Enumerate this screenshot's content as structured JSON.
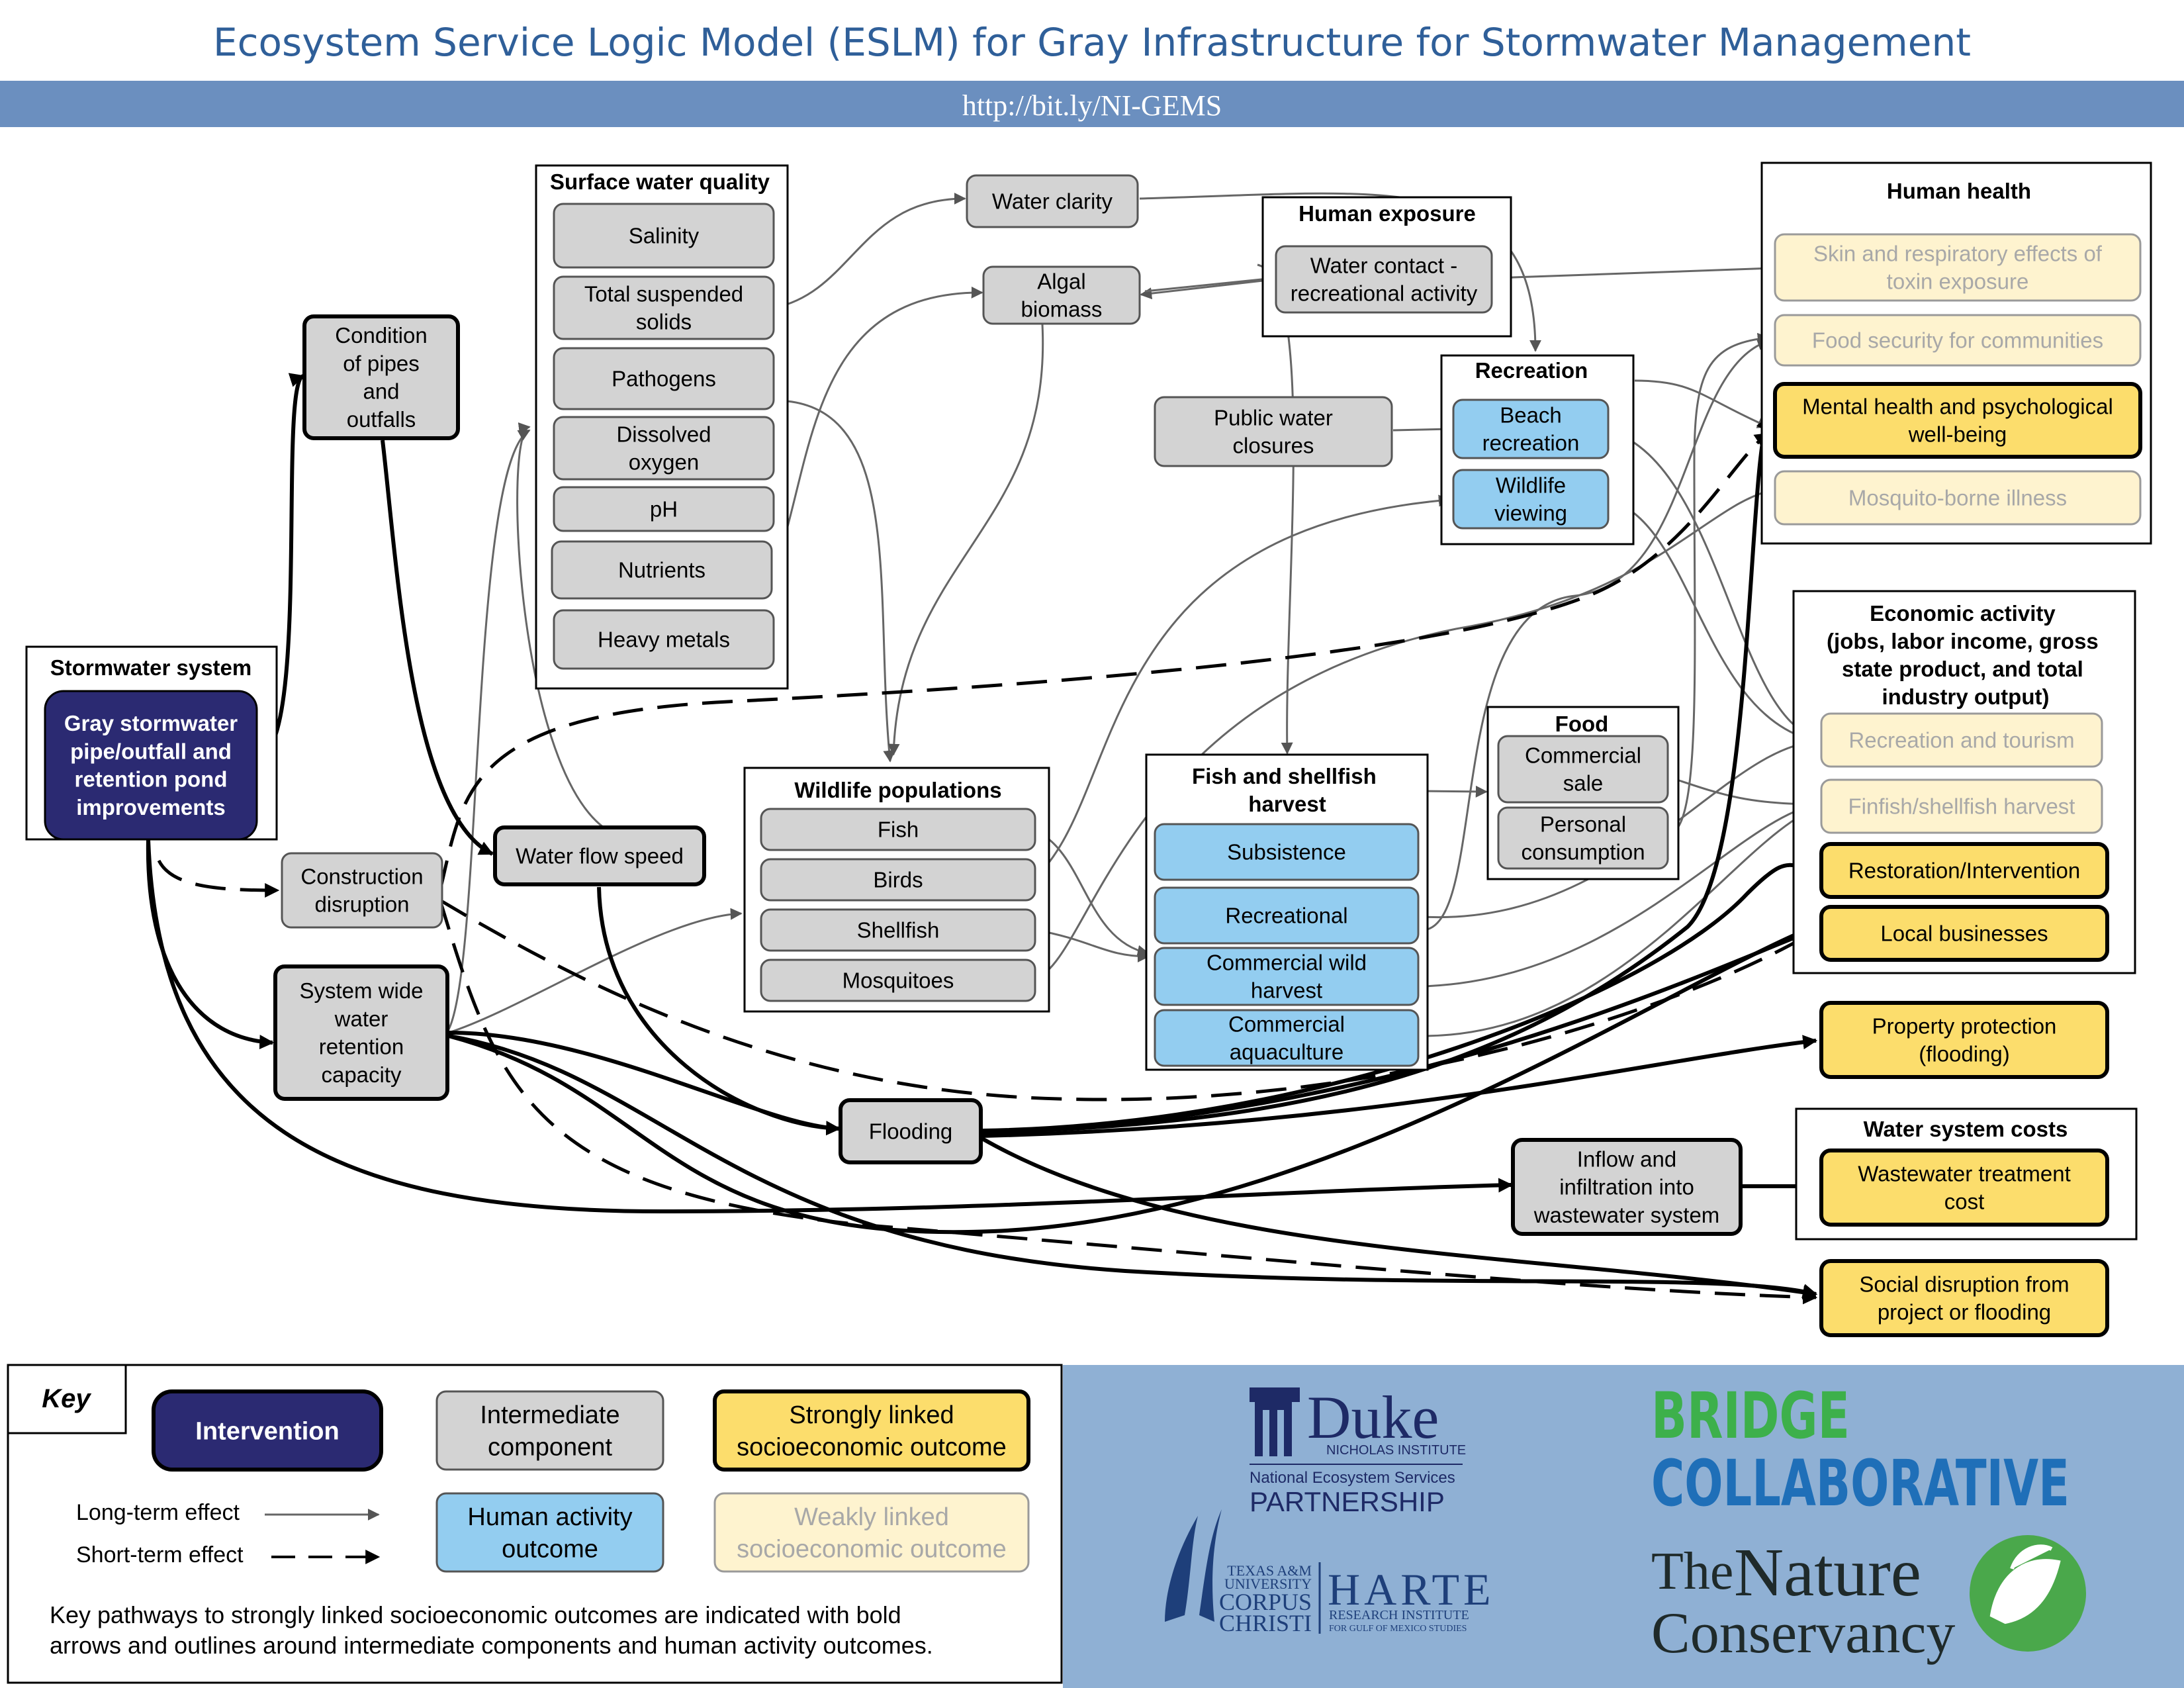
{
  "header": {
    "title": "Ecosystem Service Logic Model (ESLM) for Gray Infrastructure for Stormwater Management",
    "url": "http://bit.ly/NI-GEMS"
  },
  "colors": {
    "banner": "#6b8fbf",
    "title": "#2f5f99",
    "intervention": "#2b2a72",
    "intermediate": "#d3d3d3",
    "human_activity": "#93cdf0",
    "strong": "#fcdd6c",
    "weak": "#fef3cf",
    "weak_text": "#a8a8a8",
    "logo_panel": "#8fb0d4"
  },
  "groups": {
    "stormwater": "Stormwater system",
    "surface_water": "Surface water quality",
    "human_exposure": "Human exposure",
    "recreation": "Recreation",
    "human_health": "Human health",
    "economic": [
      "Economic activity",
      "(jobs, labor income, gross",
      "state product, and total",
      "industry output)"
    ],
    "food": "Food",
    "fish_harvest": [
      "Fish and shellfish",
      "harvest"
    ],
    "wildlife": "Wildlife populations",
    "water_costs": "Water system costs"
  },
  "nodes": {
    "gray": [
      "Gray stormwater",
      "pipe/outfall  and",
      "retention pond",
      "improvements"
    ],
    "condition": [
      "Condition",
      "of pipes",
      "and",
      "outfalls"
    ],
    "construction": [
      "Construction",
      "disruption"
    ],
    "retention": [
      "System wide",
      "water",
      "retention",
      "capacity"
    ],
    "flowspeed": [
      "Water flow speed"
    ],
    "flooding": [
      "Flooding"
    ],
    "inflow": [
      "Inflow and",
      "infiltration into",
      "wastewater system"
    ],
    "salinity": [
      "Salinity"
    ],
    "tss": [
      "Total suspended",
      "solids"
    ],
    "pathogens": [
      "Pathogens"
    ],
    "do": [
      "Dissolved",
      "oxygen"
    ],
    "ph": [
      "pH"
    ],
    "nutrients": [
      "Nutrients"
    ],
    "metals": [
      "Heavy metals"
    ],
    "clarity": [
      "Water clarity"
    ],
    "algal": [
      "Algal",
      "biomass"
    ],
    "contact": [
      "Water contact -",
      "recreational activity"
    ],
    "closures": [
      "Public water",
      "closures"
    ],
    "beach": [
      "Beach",
      "recreation"
    ],
    "wildview": [
      "Wildlife",
      "viewing"
    ],
    "fish": [
      "Fish"
    ],
    "birds": [
      "Birds"
    ],
    "shellfish": [
      "Shellfish"
    ],
    "mosquitoes": [
      "Mosquitoes"
    ],
    "subsistence": [
      "Subsistence"
    ],
    "recreational": [
      "Recreational"
    ],
    "commwild": [
      "Commercial wild",
      "harvest"
    ],
    "aquaculture": [
      "Commercial",
      "aquaculture"
    ],
    "commsale": [
      "Commercial",
      "sale"
    ],
    "personal": [
      "Personal",
      "consumption"
    ],
    "skin": [
      "Skin and respiratory effects of",
      "toxin exposure"
    ],
    "foodsec": [
      "Food security for communities"
    ],
    "mental": [
      "Mental health and psychological",
      "well-being"
    ],
    "mosquito_ill": [
      "Mosquito-borne illness"
    ],
    "rectour": [
      "Recreation and tourism"
    ],
    "finfish": [
      "Finfish/shellfish harvest"
    ],
    "restoration": [
      "Restoration/Intervention"
    ],
    "localbiz": [
      "Local businesses"
    ],
    "property": [
      "Property protection",
      "(flooding)"
    ],
    "wastewater": [
      "Wastewater treatment",
      "cost"
    ],
    "social": [
      "Social disruption from",
      "project or flooding"
    ]
  },
  "key": {
    "title": "Key",
    "intervention": [
      "Intervention"
    ],
    "intermediate": [
      "Intermediate",
      "component"
    ],
    "strong": [
      "Strongly linked",
      "socioeconomic outcome"
    ],
    "human": [
      "Human activity",
      "outcome"
    ],
    "weak": [
      "Weakly linked",
      "socioeconomic outcome"
    ],
    "long_term": "Long-term effect",
    "short_term": "Short-term effect",
    "note": [
      "Key pathways to strongly linked socioeconomic outcomes are indicated with bold",
      "arrows and outlines around intermediate components and human activity outcomes."
    ]
  },
  "logos": {
    "duke": "Duke",
    "duke_sub": "NICHOLAS INSTITUTE",
    "neps": "National Ecosystem Services",
    "partnership": "PARTNERSHIP",
    "tamu1": "TEXAS A&M",
    "tamu2": "UNIVERSITY",
    "tamu3": "CORPUS",
    "tamu4": "CHRISTI",
    "harte": "HARTE",
    "harte_sub1": "RESEARCH INSTITUTE",
    "harte_sub2": "FOR GULF OF MEXICO STUDIES",
    "bridge": "BRIDGE",
    "collaborative": "COLLABORATIVE",
    "tnc1": "The",
    "tnc2": "Nature",
    "tnc3": "Conservancy"
  }
}
